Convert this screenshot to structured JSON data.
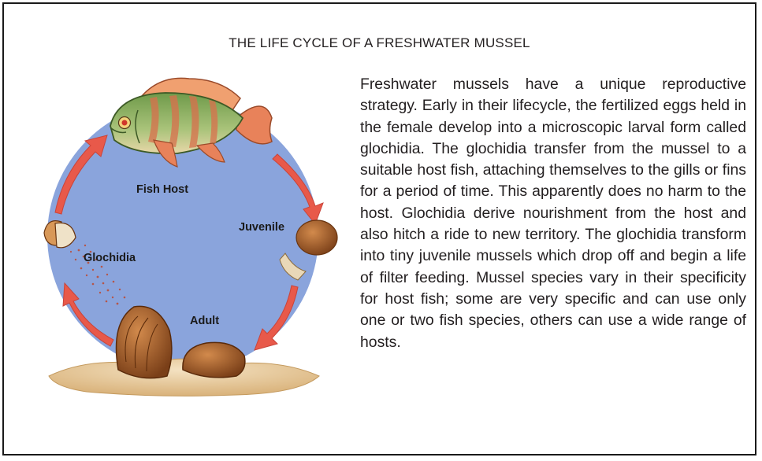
{
  "title": "THE LIFE CYCLE OF A FRESHWATER MUSSEL",
  "description": "Freshwater mussels have a unique reproductive strategy. Early in their lifecycle, the fertilized eggs held in the female develop into a microscopic larval form called glochidia. The glochidia transfer from the mussel to a suitable host fish, attaching themselves to the gills or fins for a period of time. This apparently does no harm to the host. Glochidia derive nourishment from the host and also hitch a ride to new territory. The glochidia transform into tiny juvenile mussels which drop off and begin a life of filter feeding. Mussel species vary in their specificity for host fish; some are very specific and can use only one or two fish species, others can use a wide range of hosts.",
  "diagram": {
    "labels": {
      "fish_host": "Fish Host",
      "juvenile": "Juvenile",
      "glochidia": "Glochidia",
      "adult": "Adult"
    },
    "colors": {
      "circle": "#8aa4dc",
      "arrow": "#e8594a",
      "sand": "#e6c79a",
      "mussel": "#b06a35",
      "fish_body": "#8fb064",
      "fish_fin": "#e8825a"
    }
  }
}
